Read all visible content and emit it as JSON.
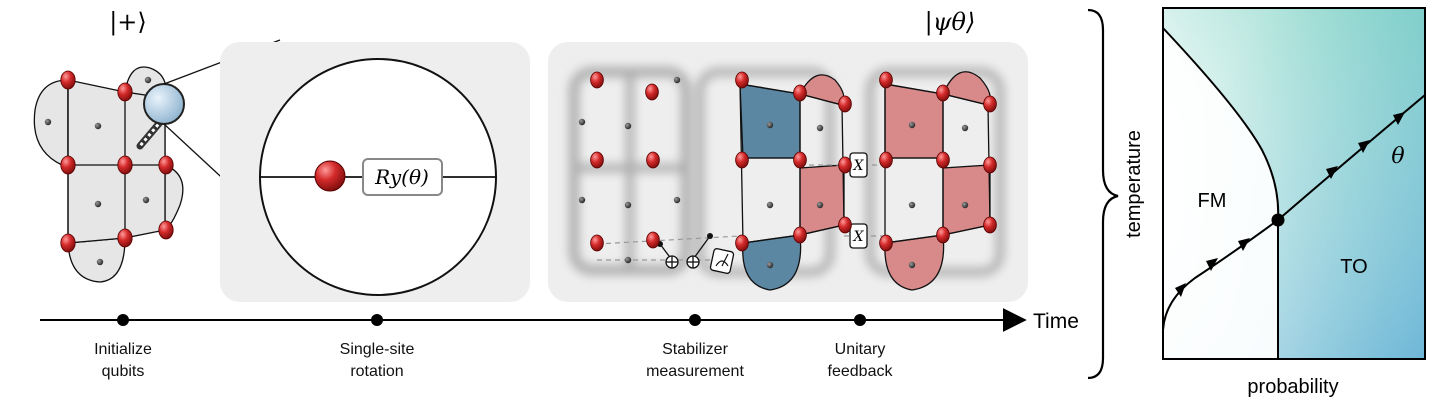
{
  "kets": {
    "plus": "|+⟩",
    "psi": "|ψθ⟩"
  },
  "rotation": {
    "gate": "Ry(θ)"
  },
  "gates": {
    "x_top": "X",
    "x_bottom": "X"
  },
  "timeline": {
    "axis_label": "Time",
    "events": [
      {
        "line1": "Initialize",
        "line2": "qubits"
      },
      {
        "line1": "Single-site",
        "line2": "rotation"
      },
      {
        "line1": "Stabilizer",
        "line2": "measurement"
      },
      {
        "line1": "Unitary",
        "line2": "feedback"
      }
    ]
  },
  "phase_diagram": {
    "xlabel": "probability",
    "ylabel": "temperature",
    "region_left": "FM",
    "region_right": "TO",
    "flow_param": "θ",
    "colors": {
      "teal": "#7fd3c4",
      "blue": "#6fb7d8"
    }
  },
  "colors": {
    "qubit_red": "#d42a2a",
    "plaquette_blue": "#5b87a3",
    "plaquette_red": "#d88a8a",
    "panel_gray": "#eeeeee"
  }
}
